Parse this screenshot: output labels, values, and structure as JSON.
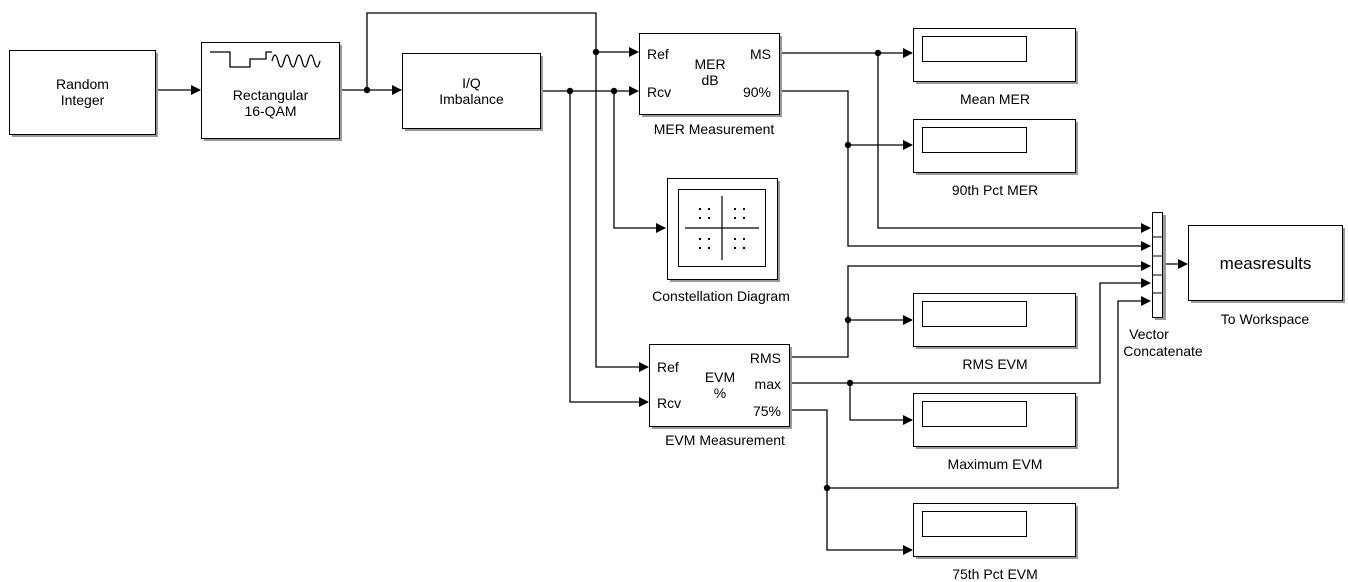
{
  "blocks": {
    "random_integer": {
      "label_line1": "Random",
      "label_line2": "Integer"
    },
    "qam": {
      "label_line1": "Rectangular",
      "label_line2": "16-QAM"
    },
    "iq": {
      "label_line1": "I/Q",
      "label_line2": "Imbalance"
    },
    "mer": {
      "port_ref": "Ref",
      "port_rcv": "Rcv",
      "center_line1": "MER",
      "center_line2": "dB",
      "out_ms": "MS",
      "out_90": "90%",
      "caption": "MER Measurement"
    },
    "evm": {
      "port_ref": "Ref",
      "port_rcv": "Rcv",
      "center_line1": "EVM",
      "center_line2": "%",
      "out_rms": "RMS",
      "out_max": "max",
      "out_75": "75%",
      "caption": "EVM Measurement"
    },
    "constellation": {
      "caption": "Constellation Diagram"
    },
    "mean_mer": {
      "caption": "Mean MER"
    },
    "pct90_mer": {
      "caption": "90th Pct MER"
    },
    "rms_evm": {
      "caption": "RMS EVM"
    },
    "max_evm": {
      "caption": "Maximum EVM"
    },
    "pct75_evm": {
      "caption": "75th Pct EVM"
    },
    "concat": {
      "caption_line1": "Vector",
      "caption_line2": "Concatenate"
    },
    "workspace": {
      "label": "measresults",
      "caption": "To Workspace"
    }
  }
}
